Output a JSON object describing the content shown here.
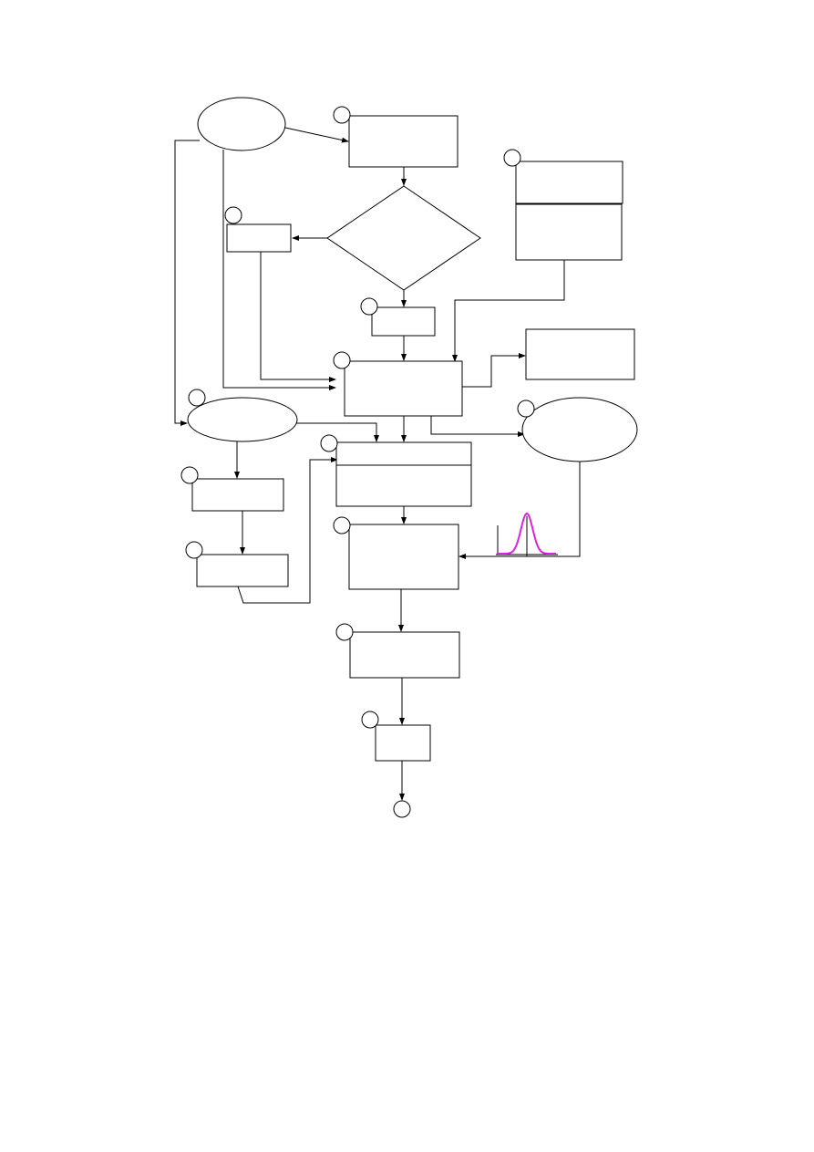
{
  "diagram": {
    "type": "flowchart",
    "colors": {
      "stroke": "#000000",
      "background": "#ffffff",
      "curve": "#e020e0"
    },
    "nodes": [
      {
        "id": "start-ellipse",
        "shape": "ellipse",
        "label": ""
      },
      {
        "id": "box-top",
        "shape": "rect",
        "label": ""
      },
      {
        "id": "decision",
        "shape": "diamond",
        "label": ""
      },
      {
        "id": "box-left-small",
        "shape": "rect",
        "label": ""
      },
      {
        "id": "box-below-decision",
        "shape": "rect",
        "label": ""
      },
      {
        "id": "box-right-stack-top",
        "shape": "rect",
        "label": ""
      },
      {
        "id": "box-right-stack-bottom",
        "shape": "rect",
        "label": ""
      },
      {
        "id": "box-center",
        "shape": "rect",
        "label": ""
      },
      {
        "id": "box-right-output",
        "shape": "rect",
        "label": ""
      },
      {
        "id": "ellipse-left",
        "shape": "ellipse",
        "label": ""
      },
      {
        "id": "ellipse-right",
        "shape": "ellipse",
        "label": ""
      },
      {
        "id": "box-split-top",
        "shape": "rect",
        "label": ""
      },
      {
        "id": "box-split-bottom",
        "shape": "rect",
        "label": ""
      },
      {
        "id": "box-left-a",
        "shape": "rect",
        "label": ""
      },
      {
        "id": "box-left-b",
        "shape": "rect",
        "label": ""
      },
      {
        "id": "box-lower",
        "shape": "rect",
        "label": ""
      },
      {
        "id": "box-lower-2",
        "shape": "rect",
        "label": ""
      },
      {
        "id": "box-small-bottom",
        "shape": "rect",
        "label": ""
      },
      {
        "id": "end-connector",
        "shape": "circle",
        "label": ""
      }
    ],
    "step_markers": [
      "",
      "",
      "",
      "",
      "",
      "",
      "",
      "",
      "",
      "",
      "",
      "",
      "",
      ""
    ],
    "distribution_curve": {
      "kind": "bell-curve"
    }
  }
}
